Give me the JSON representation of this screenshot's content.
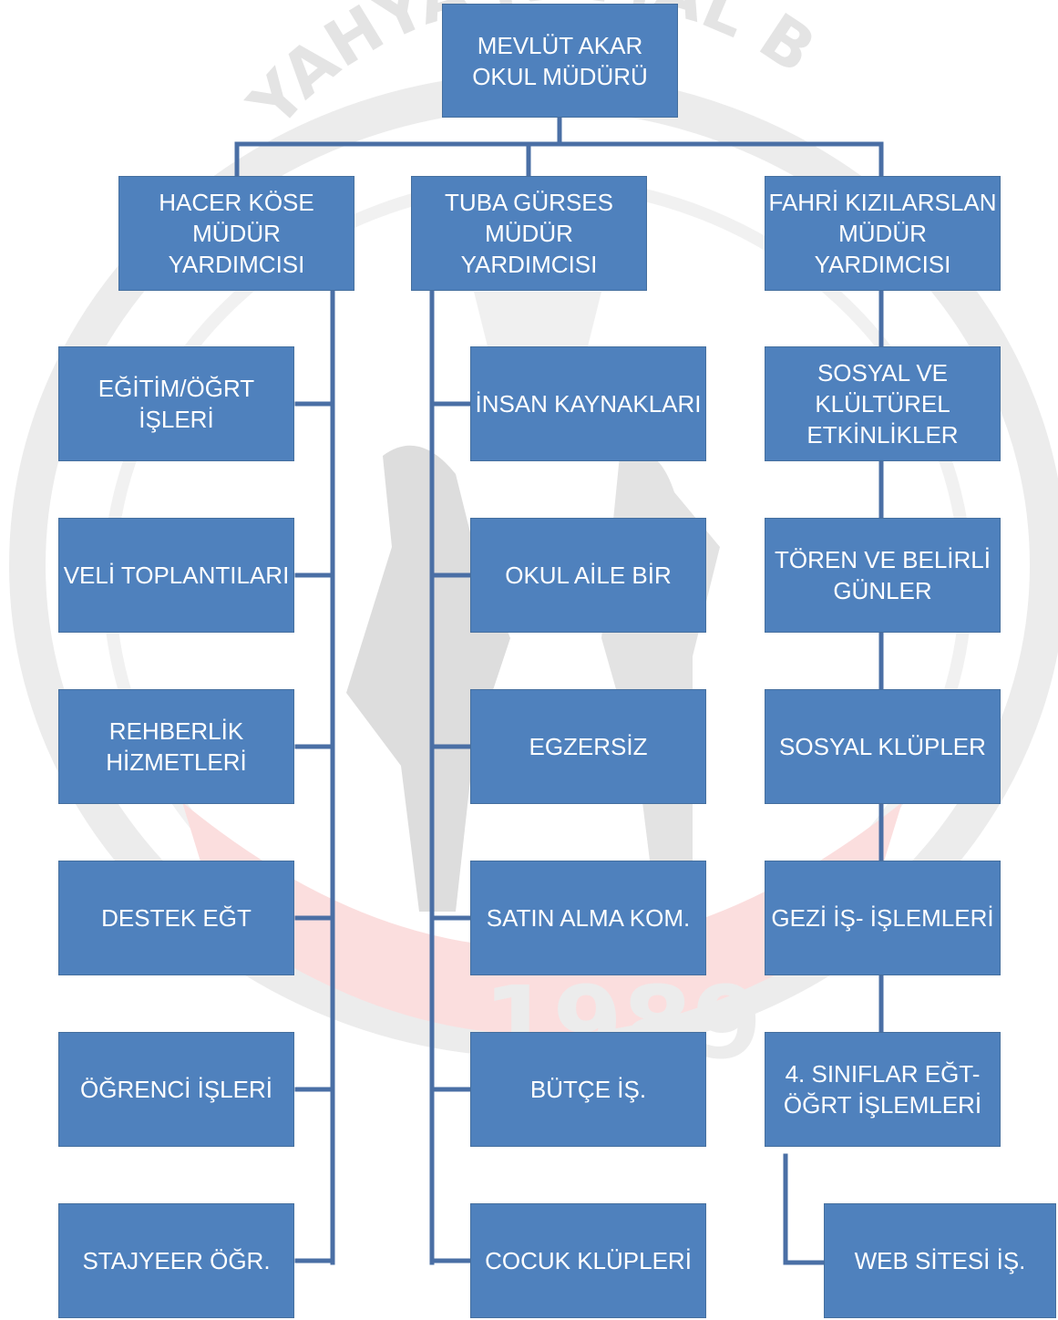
{
  "root": {
    "lines": [
      "MEVLÜT AKAR",
      "OKUL MÜDÜRÜ"
    ]
  },
  "deputies": [
    {
      "lines": [
        "HACER KÖSE",
        "MÜDÜR",
        "YARDIMCISI"
      ]
    },
    {
      "lines": [
        "TUBA GÜRSES",
        "MÜDÜR",
        "YARDIMCISI"
      ]
    },
    {
      "lines": [
        "FAHRİ  KIZILARSLAN",
        "MÜDÜR",
        "YARDIMCISI"
      ]
    }
  ],
  "left_column": [
    {
      "lines": [
        "EĞİTİM/ÖĞRT",
        "İŞLERİ"
      ]
    },
    {
      "lines": [
        "VELİ TOPLANTILARI"
      ]
    },
    {
      "lines": [
        "REHBERLİK",
        "HİZMETLERİ"
      ]
    },
    {
      "lines": [
        "DESTEK EĞT"
      ]
    },
    {
      "lines": [
        "ÖĞRENCİ İŞLERİ"
      ]
    },
    {
      "lines": [
        "STAJYEER ÖĞR."
      ]
    }
  ],
  "middle_column": [
    {
      "lines": [
        "İNSAN KAYNAKLARI"
      ]
    },
    {
      "lines": [
        "OKUL AİLE BİR"
      ]
    },
    {
      "lines": [
        "EGZERSİZ"
      ]
    },
    {
      "lines": [
        "SATIN ALMA KOM."
      ]
    },
    {
      "lines": [
        "BÜTÇE İŞ."
      ]
    },
    {
      "lines": [
        "COCUK KLÜPLERİ"
      ]
    }
  ],
  "right_column": [
    {
      "lines": [
        "SOSYAL VE",
        "KLÜLTÜREL",
        "ETKİNLİKLER"
      ]
    },
    {
      "lines": [
        "TÖREN VE BELİRLİ",
        "GÜNLER"
      ]
    },
    {
      "lines": [
        "SOSYAL KLÜPLER"
      ]
    },
    {
      "lines": [
        "GEZİ İŞ- İŞLEMLERİ"
      ]
    },
    {
      "lines": [
        "4. SINIFLAR EĞT-",
        "ÖĞRT İŞLEMLERİ"
      ]
    }
  ],
  "sub_box": {
    "lines": [
      "WEB SİTESİ İŞ."
    ]
  },
  "watermark_logo": {
    "text": "YAHYA KEMAL B",
    "year": "1989"
  },
  "colors": {
    "box_fill": "#4f81bd",
    "connector": "#4a6fa5",
    "text": "#ffffff"
  }
}
